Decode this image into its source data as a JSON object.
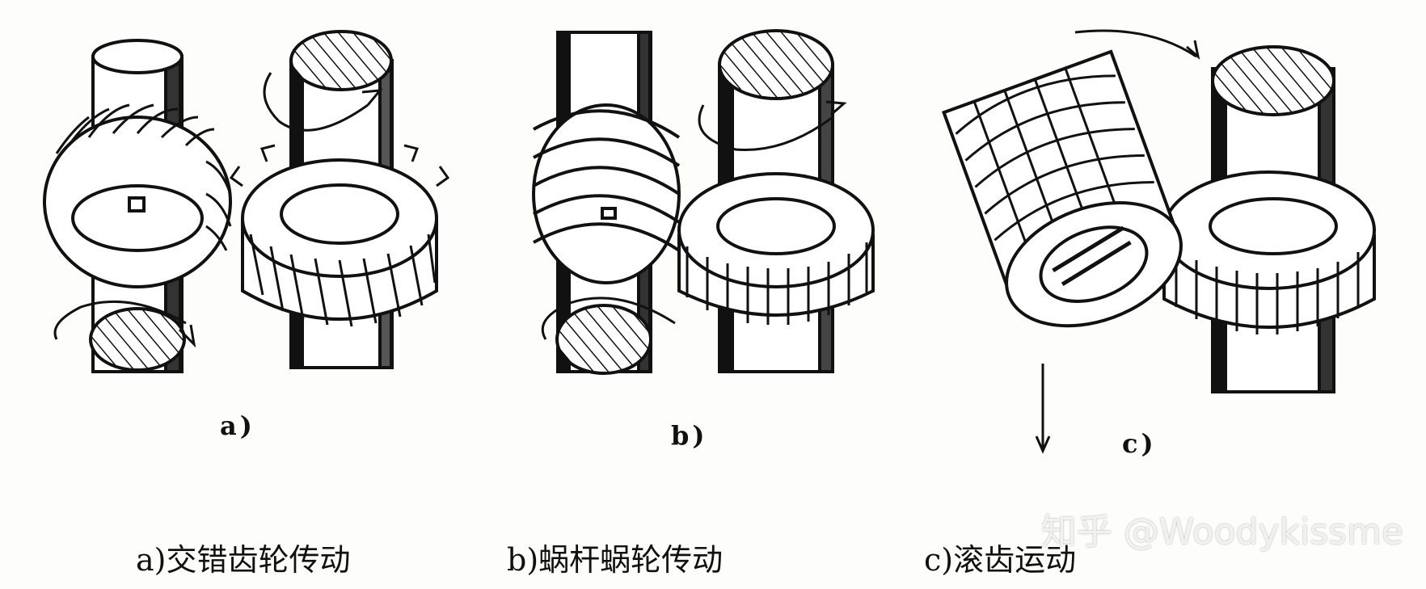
{
  "panels": [
    {
      "sublabel": "a)",
      "caption": "a)交错齿轮传动"
    },
    {
      "sublabel": "b)",
      "caption": "b)蜗杆蜗轮传动"
    },
    {
      "sublabel": "c)",
      "caption": "c)滚齿运动"
    }
  ],
  "watermark": "知乎 @Woodykissme",
  "colors": {
    "ink": "#111111",
    "paper": "#fdfdfc"
  }
}
